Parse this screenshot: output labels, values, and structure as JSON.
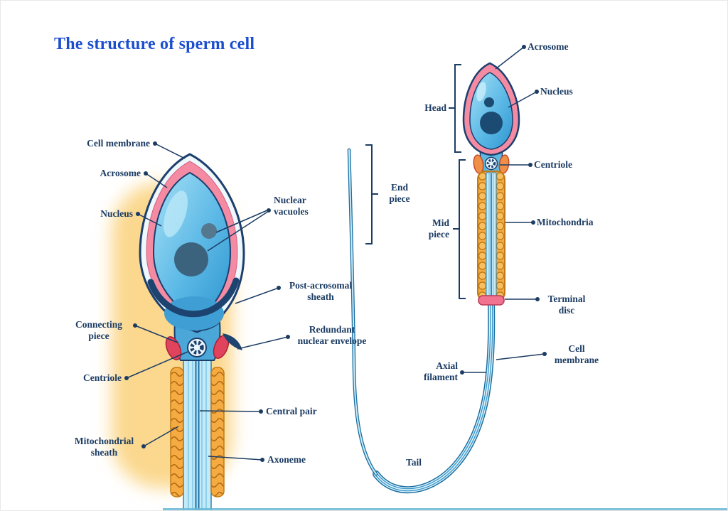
{
  "title": "The structure of sperm cell",
  "left_figure": {
    "labels": {
      "cell_membrane": "Cell membrane",
      "acrosome": "Acrosome",
      "nucleus": "Nucleus",
      "nuclear_vacuoles": "Nuclear\nvacuoles",
      "post_acrosomal_sheath": "Post-acrosomal\nsheath",
      "connecting_piece": "Connecting\npiece",
      "redundant_nuclear_envelope": "Redundant\nnuclear envelope",
      "centriole": "Centriole",
      "central_pair": "Central pair",
      "mitochondrial_sheath": "Mitochondrial\nsheath",
      "axoneme": "Axoneme"
    }
  },
  "right_figure": {
    "labels": {
      "acrosome": "Acrosome",
      "nucleus": "Nucleus",
      "head": "Head",
      "centriole": "Centriole",
      "mitochondria": "Mitochondria",
      "end_piece": "End\npiece",
      "mid_piece": "Mid\npiece",
      "terminal_disc": "Terminal\ndisc",
      "axial_filament": "Axial\nfilament",
      "cell_membrane": "Cell\nmembrane",
      "tail": "Tail"
    }
  },
  "colors": {
    "title_blue": "#1b4ecf",
    "label_navy": "#1c3c63",
    "acrosome_pink": "#f48ba3",
    "nucleus_dark_blue": "#1b4b73",
    "cell_blue": "#5cb9e6",
    "mitochondria_orange": "#f5ab42",
    "glow_yellow": "#fbd88e",
    "red_accent": "#e0435c"
  }
}
